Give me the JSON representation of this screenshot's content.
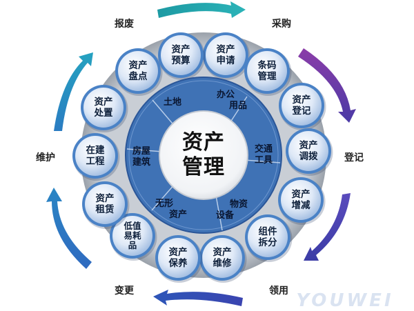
{
  "outer_labels": {
    "top_left": "报废",
    "top_right": "采购",
    "right": "登记",
    "bottom_right": "领用",
    "bottom_left": "变更",
    "left": "维护"
  },
  "center": {
    "line1": "资产",
    "line2": "管理"
  },
  "ring": {
    "land": "土地",
    "office_line1": "办公",
    "office_line2": "用品",
    "transport_line1": "交通",
    "transport_line2": "工具",
    "material_line1": "物资",
    "material_line2": "设备",
    "intangible_line1": "无形",
    "intangible_line2": "资产",
    "building_line1": "房屋",
    "building_line2": "建筑"
  },
  "nodes": [
    {
      "id": "apply",
      "line1": "资产",
      "line2": "申请",
      "line3": ""
    },
    {
      "id": "barcode",
      "line1": "条码",
      "line2": "管理",
      "line3": ""
    },
    {
      "id": "register",
      "line1": "资产",
      "line2": "登记",
      "line3": ""
    },
    {
      "id": "transfer",
      "line1": "资产",
      "line2": "调拨",
      "line3": ""
    },
    {
      "id": "increase",
      "line1": "资产",
      "line2": "增减",
      "line3": ""
    },
    {
      "id": "split",
      "line1": "组件",
      "line2": "拆分",
      "line3": ""
    },
    {
      "id": "repair",
      "line1": "资产",
      "line2": "维修",
      "line3": ""
    },
    {
      "id": "maintain",
      "line1": "资产",
      "line2": "保养",
      "line3": ""
    },
    {
      "id": "lowvalue",
      "line1": "低值",
      "line2": "易耗",
      "line3": "品"
    },
    {
      "id": "lease",
      "line1": "资产",
      "line2": "租赁",
      "line3": ""
    },
    {
      "id": "construct",
      "line1": "在建",
      "line2": "工程",
      "line3": ""
    },
    {
      "id": "dispose",
      "line1": "资产",
      "line2": "处置",
      "line3": ""
    },
    {
      "id": "inventory",
      "line1": "资产",
      "line2": "盘点",
      "line3": ""
    },
    {
      "id": "budget",
      "line1": "资产",
      "line2": "预算",
      "line3": ""
    }
  ],
  "watermark": "YOUWEI",
  "colors": {
    "node_fill": "#d6e3f5",
    "node_ring": "#4a82c6",
    "inner_ring": "#3f6fb0",
    "outer_ring": "#b9bec6",
    "arrow_teal": "#1fa0a8",
    "arrow_purple": "#5a3aa8"
  }
}
